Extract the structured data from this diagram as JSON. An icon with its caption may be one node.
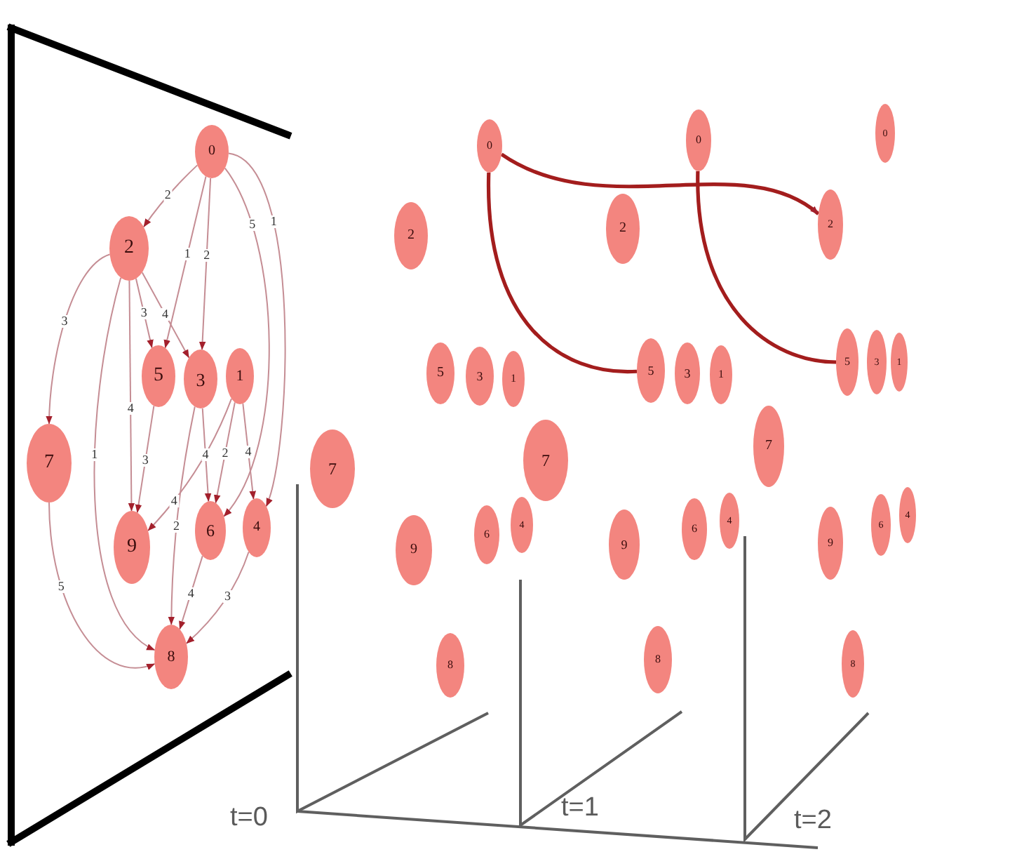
{
  "diagram": {
    "nodes": [
      {
        "text": [
          "0"
        ]
      },
      {
        "text": [
          "2"
        ]
      },
      {
        "text": [
          "5"
        ]
      },
      {
        "text": [
          "3"
        ]
      },
      {
        "text": [
          "1"
        ]
      },
      {
        "text": [
          "7"
        ]
      },
      {
        "text": [
          "9"
        ]
      },
      {
        "text": [
          "6"
        ]
      },
      {
        "text": [
          "4"
        ]
      },
      {
        "text": [
          "8"
        ]
      },
      {
        "text": [
          "0"
        ]
      },
      {
        "text": [
          "2"
        ]
      },
      {
        "text": [
          "5"
        ]
      },
      {
        "text": [
          "3"
        ]
      },
      {
        "text": [
          "1"
        ]
      },
      {
        "text": [
          "7"
        ]
      },
      {
        "text": [
          "9"
        ]
      },
      {
        "text": [
          "6"
        ]
      },
      {
        "text": [
          "4"
        ]
      },
      {
        "text": [
          "8"
        ]
      },
      {
        "text": [
          "0"
        ]
      },
      {
        "text": [
          "2"
        ]
      },
      {
        "text": [
          "5"
        ]
      },
      {
        "text": [
          "3"
        ]
      },
      {
        "text": [
          "1"
        ]
      },
      {
        "text": [
          "7"
        ]
      },
      {
        "text": [
          "9"
        ]
      },
      {
        "text": [
          "6"
        ]
      },
      {
        "text": [
          "4"
        ]
      },
      {
        "text": [
          "8"
        ]
      },
      {
        "text": [
          "0"
        ]
      },
      {
        "text": [
          "2"
        ]
      },
      {
        "text": [
          "5"
        ]
      },
      {
        "text": [
          "3"
        ]
      },
      {
        "text": [
          "1"
        ]
      },
      {
        "text": [
          "7"
        ]
      },
      {
        "text": [
          "9"
        ]
      },
      {
        "text": [
          "6"
        ]
      },
      {
        "text": [
          "4"
        ]
      },
      {
        "text": [
          "8"
        ]
      }
    ],
    "edges": [
      {
        "from": 0,
        "to": 1,
        "arrow": "to",
        "label": "2"
      },
      {
        "from": 0,
        "to": 2,
        "arrow": "to",
        "label": "1"
      },
      {
        "from": 0,
        "to": 3,
        "arrow": "to",
        "label": "2"
      },
      {
        "from": 0,
        "to": 7,
        "arrow": "to",
        "label": "5"
      },
      {
        "from": 0,
        "to": 8,
        "arrow": "to",
        "label": "1"
      },
      {
        "from": 1,
        "to": 5,
        "arrow": "to",
        "label": "3"
      },
      {
        "from": 1,
        "to": 2,
        "arrow": "to",
        "label": "3"
      },
      {
        "from": 1,
        "to": 3,
        "arrow": "to",
        "label": "4"
      },
      {
        "from": 1,
        "to": 6,
        "arrow": "to",
        "label": "4"
      },
      {
        "from": 1,
        "to": 9,
        "arrow": "to",
        "label": "1"
      },
      {
        "from": 2,
        "to": 6,
        "arrow": "to",
        "label": "3"
      },
      {
        "from": 3,
        "to": 7,
        "arrow": "to",
        "label": "4"
      },
      {
        "from": 3,
        "to": 9,
        "arrow": "to",
        "label": "2"
      },
      {
        "from": 4,
        "to": 6,
        "arrow": "to",
        "label": "4"
      },
      {
        "from": 4,
        "to": 7,
        "arrow": "to",
        "label": "2"
      },
      {
        "from": 4,
        "to": 8,
        "arrow": "to",
        "label": "4"
      },
      {
        "from": 7,
        "to": 9,
        "arrow": "to",
        "label": "4"
      },
      {
        "from": 8,
        "to": 9,
        "arrow": "to",
        "label": "3"
      },
      {
        "from": 5,
        "to": 9,
        "arrow": "to",
        "label": "5"
      },
      {
        "from": 10,
        "to": 31,
        "arrow": "to",
        "style": "thick",
        "color": "#a31d1d"
      },
      {
        "from": 10,
        "to": 22,
        "arrow": "none",
        "style": "thick",
        "color": "#a31d1d"
      },
      {
        "from": 20,
        "to": 32,
        "arrow": "none",
        "style": "thick",
        "color": "#a31d1d"
      }
    ],
    "labels": [
      "t=0",
      "t=1",
      "t=2"
    ]
  }
}
